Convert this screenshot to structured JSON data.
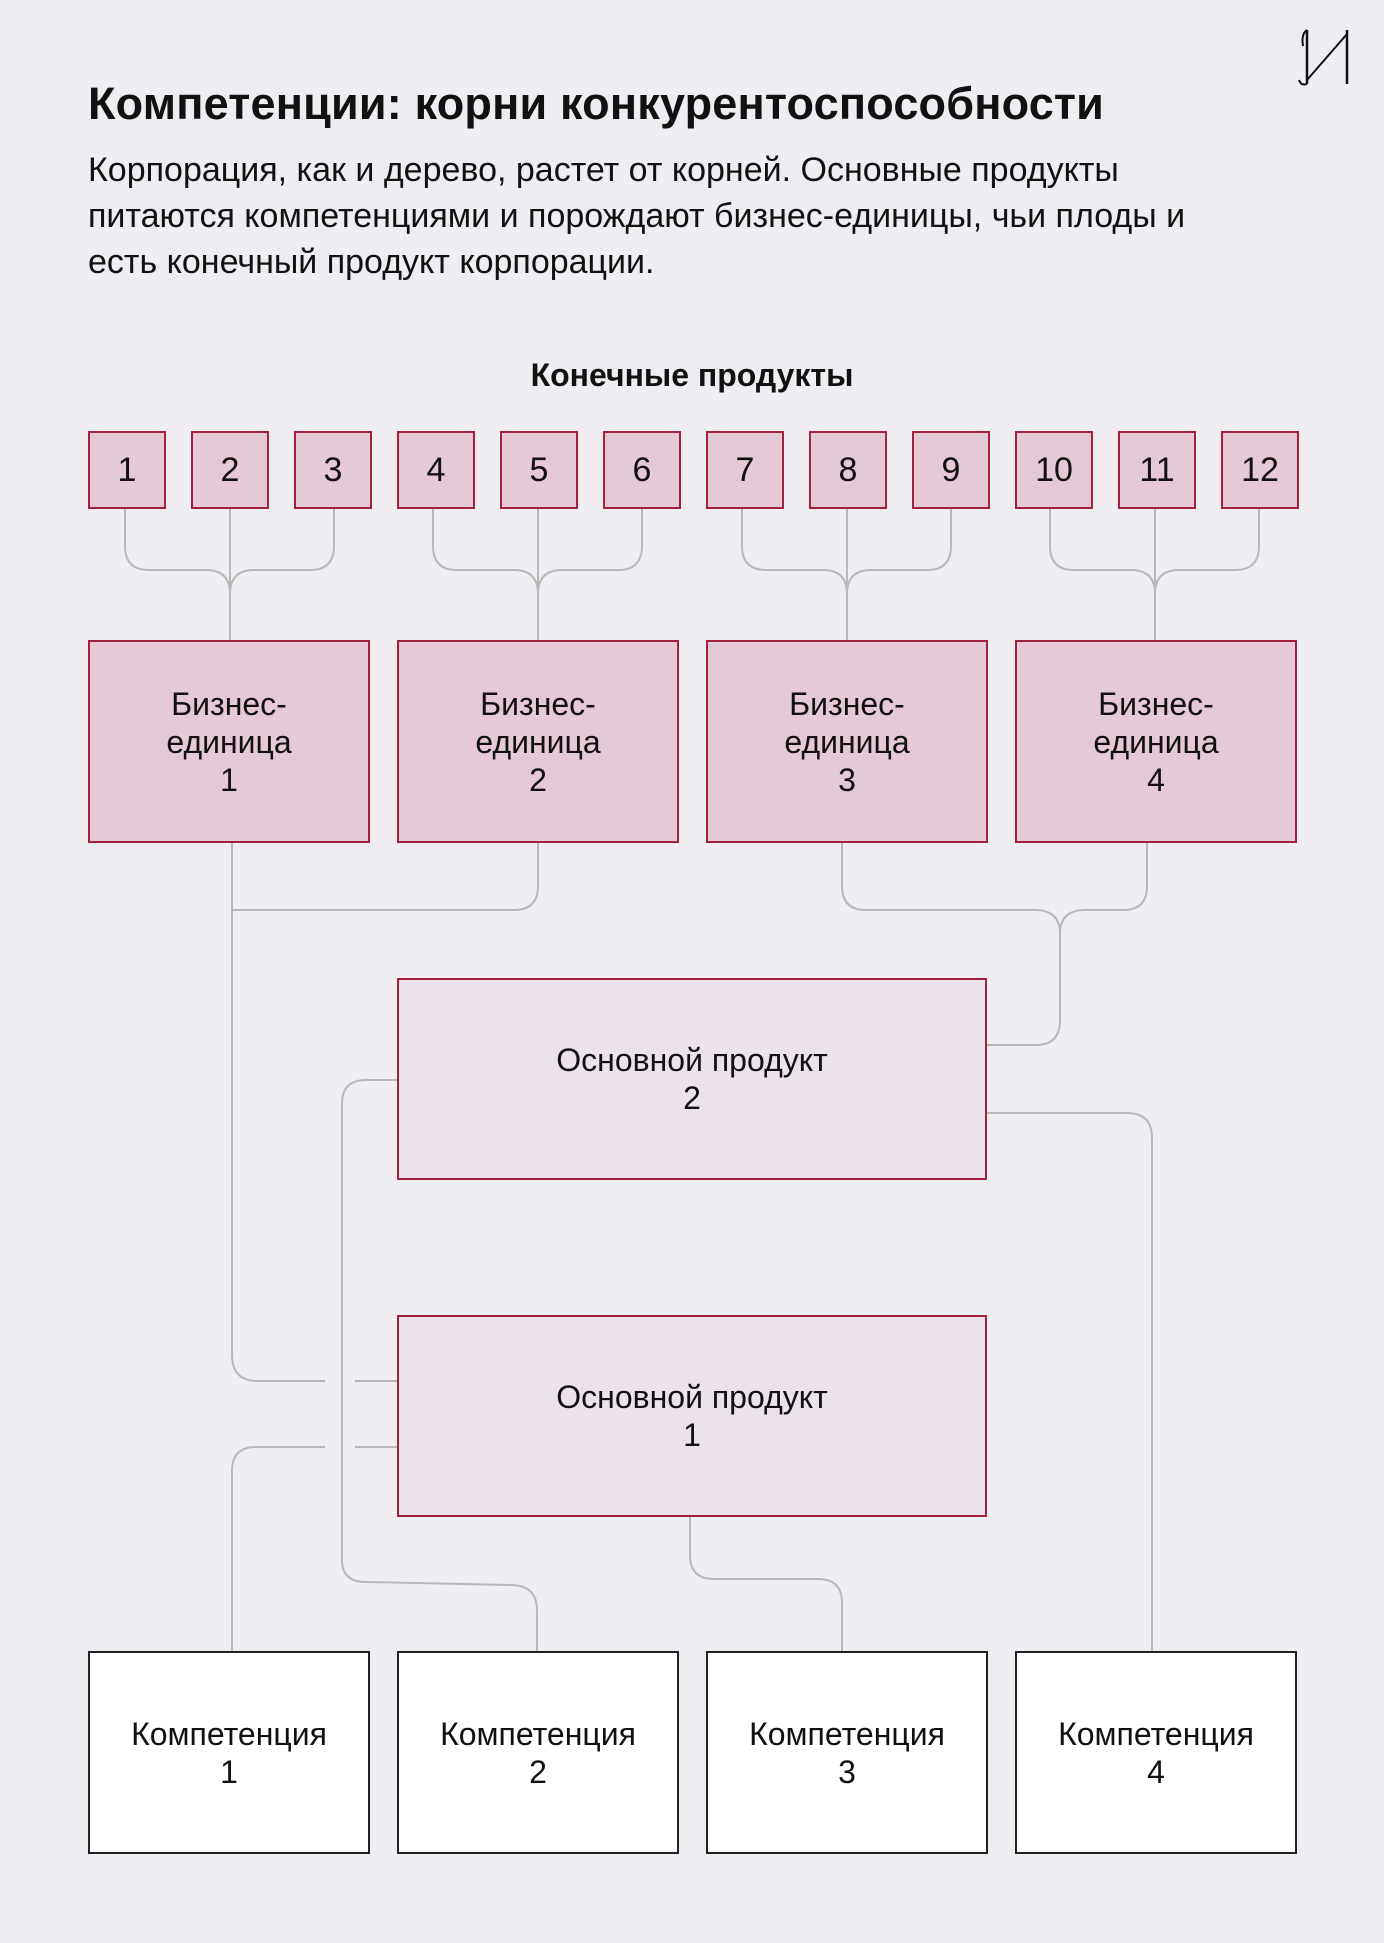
{
  "title": "Компетенции: корни конкурентоспособности",
  "subtitle": "Корпорация, как и дерево, растет от корней. Основные продукты питаются компетенциями и порождают бизнес-единицы, чьи плоды и есть конечный продукт корпорации.",
  "end_products_title": "Конечные продукты",
  "end_products": [
    "1",
    "2",
    "3",
    "4",
    "5",
    "6",
    "7",
    "8",
    "9",
    "10",
    "11",
    "12"
  ],
  "business_units": [
    {
      "label": "Бизнес-",
      "label2": "единица",
      "num": "1"
    },
    {
      "label": "Бизнес-",
      "label2": "единица",
      "num": "2"
    },
    {
      "label": "Бизнес-",
      "label2": "единица",
      "num": "3"
    },
    {
      "label": "Бизнес-",
      "label2": "единица",
      "num": "4"
    }
  ],
  "core_products": [
    {
      "label": "Основной продукт",
      "num": "2"
    },
    {
      "label": "Основной продукт",
      "num": "1"
    }
  ],
  "competencies": [
    {
      "label": "Компетенция",
      "num": "1"
    },
    {
      "label": "Компетенция",
      "num": "2"
    },
    {
      "label": "Компетенция",
      "num": "3"
    },
    {
      "label": "Компетенция",
      "num": "4"
    }
  ],
  "colors": {
    "accent": "#a3213d",
    "fill": "#e6c9d6",
    "core_fill": "#ece2ec",
    "line": "#b8b8b8",
    "background": "#efedf2"
  }
}
